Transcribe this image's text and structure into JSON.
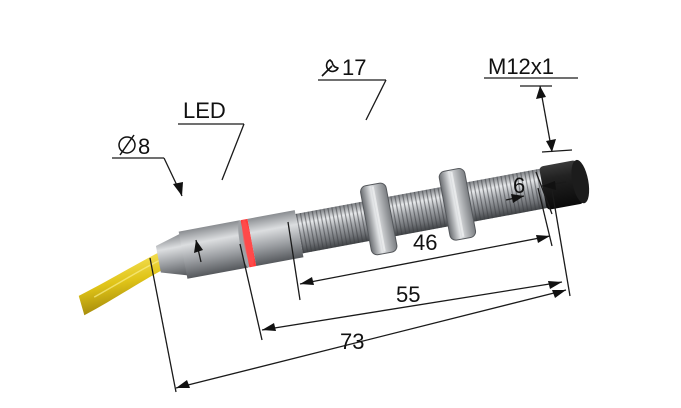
{
  "labels": {
    "thread": "M12x1",
    "wrench_size": "17",
    "led": "LED",
    "diameter": "8",
    "dim_6": "6",
    "dim_46": "46",
    "dim_55": "55",
    "dim_73": "73"
  },
  "colors": {
    "cable": "#e8cc1a",
    "led_ring": "#ff2a2a",
    "metal": "#b9bcc0",
    "cap": "#1b1b1b"
  },
  "icons": {
    "wrench": "wrench-icon",
    "diameter": "diameter-icon"
  }
}
